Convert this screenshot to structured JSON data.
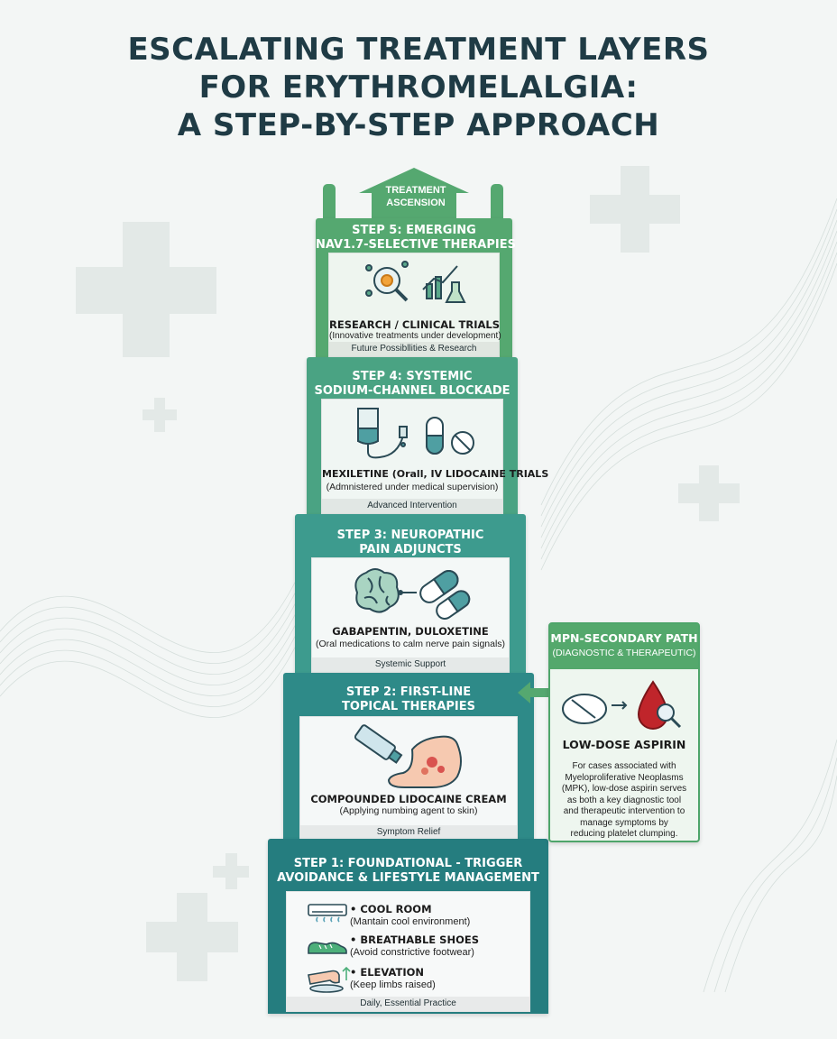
{
  "title": {
    "line1": "ESCALATING TREATMENT LAYERS",
    "line2": "FOR ERYTHROMELALGIA:",
    "line3": "A STEP-BY-STEP APPROACH"
  },
  "ascension": {
    "line1": "TREATMENT",
    "line2": "ASCENSION"
  },
  "steps": {
    "s5": {
      "head1": "STEP 5: EMERGING",
      "head2": "NAV1.7-SELECTIVE THERAPIES",
      "title": "RESEARCH / CLINICAL TRIALS",
      "sub": "(Innovative treatments under development)",
      "foot": "Future Possibllities & Research"
    },
    "s4": {
      "head1": "STEP 4: SYSTEMIC",
      "head2": "SODIUM-CHANNEL BLOCKADE",
      "title": "MEXILETINE (Orall, IV LIDOCAINE TRIALS",
      "sub": "(Admnistered under medical supervision)",
      "foot": "Advanced Intervention"
    },
    "s3": {
      "head1": "STEP 3: NEUROPATHIC",
      "head2": "PAIN ADJUNCTS",
      "title": "GABAPENTIN, DULOXETINE",
      "sub": "(Oral medications to calm nerve pain signals)",
      "foot": "Systemic Support"
    },
    "s2": {
      "head1": "STEP 2: FIRST-LINE",
      "head2": "TOPICAL THERAPIES",
      "title": "COMPOUNDED LIDOCAINE CREAM",
      "sub": "(Applying numbing agent to skin)",
      "foot": "Symptom Relief"
    },
    "s1": {
      "head1": "STEP 1: FOUNDATIONAL - TRIGGER",
      "head2": "AVOIDANCE & LIFESTYLE MANAGEMENT",
      "items": [
        {
          "title": "• COOL ROOM",
          "desc": "(Mantain cool environment)",
          "icon": "air-conditioner-icon"
        },
        {
          "title": "• BREATHABLE SHOES",
          "desc": "(Avoid constrictive footwear)",
          "icon": "shoe-icon"
        },
        {
          "title": "• ELEVATION",
          "desc": "(Keep limbs raised)",
          "icon": "elevated-leg-icon"
        }
      ],
      "foot": "Daily, Essential Practice"
    }
  },
  "mpn": {
    "head1": "MPN-SECONDARY PATH",
    "head2": "(DIAGNOSTIC & THERAPEUTIC)",
    "title": "LOW-DOSE ASPIRIN",
    "desc": [
      "For cases associated with",
      "Myeloproliferative Neoplasms",
      "(MPK), low-dose aspirin serves",
      "as both a key diagnostic tool",
      "and therapeutic intervention to",
      "manage symptoms by",
      "reducing platelet clumping."
    ]
  },
  "colors": {
    "step5": "#55a870",
    "step4": "#4aa383",
    "step3": "#3d9b8e",
    "step2": "#2e8a88",
    "step1": "#257d7f",
    "title": "#1f3b45",
    "mpn_border": "#4ea56a"
  }
}
